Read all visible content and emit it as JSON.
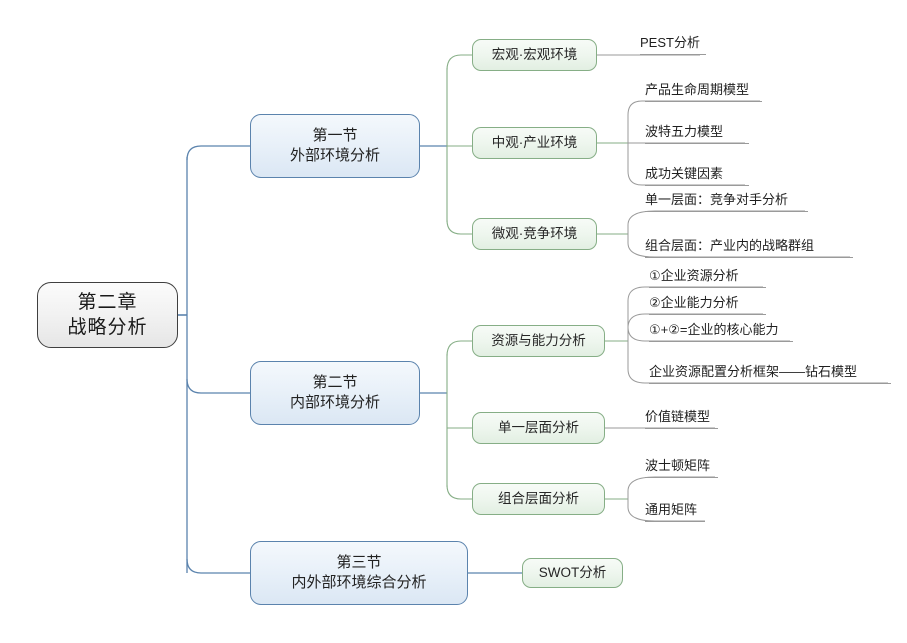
{
  "diagram": {
    "type": "mind-map",
    "title": "第二章 战略分析",
    "background": "#ffffff",
    "colors": {
      "root_border": "#3f3f3f",
      "level2_border": "#5b83ad",
      "level3_border": "#86ae86",
      "leaf_underline": "#9a9a9a",
      "trunk_blue": "#5b83ad",
      "trunk_green": "#86ae86",
      "trunk_grey": "#9a9a9a"
    }
  },
  "root": {
    "line1": "第二章",
    "line2": "战略分析"
  },
  "sections": [
    {
      "line1": "第一节",
      "line2": "外部环境分析",
      "topics": [
        {
          "label": "宏观·宏观环境",
          "leaves": [
            "PEST分析"
          ]
        },
        {
          "label": "中观·产业环境",
          "leaves": [
            "产品生命周期模型",
            "波特五力模型",
            "成功关键因素"
          ]
        },
        {
          "label": "微观·竞争环境",
          "leaves": [
            "单一层面：竞争对手分析",
            "组合层面：产业内的战略群组"
          ]
        }
      ]
    },
    {
      "line1": "第二节",
      "line2": "内部环境分析",
      "topics": [
        {
          "label": "资源与能力分析",
          "leaves": [
            "①企业资源分析",
            "②企业能力分析",
            "①+②=企业的核心能力",
            "企业资源配置分析框架——钻石模型"
          ]
        },
        {
          "label": "单一层面分析",
          "leaves": [
            "价值链模型"
          ]
        },
        {
          "label": "组合层面分析",
          "leaves": [
            "波士顿矩阵",
            "通用矩阵"
          ]
        }
      ]
    },
    {
      "line1": "第三节",
      "line2": "内外部环境综合分析",
      "topics": [
        {
          "label": "SWOT分析",
          "leaves": []
        }
      ]
    }
  ]
}
